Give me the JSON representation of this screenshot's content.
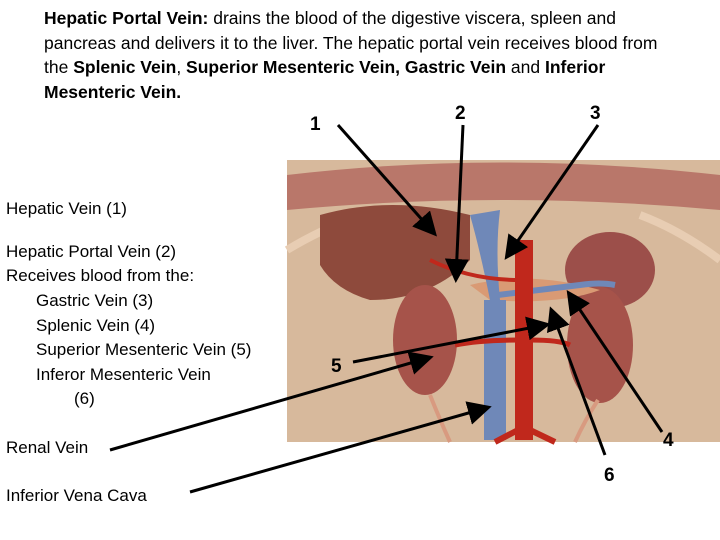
{
  "intro": {
    "heading": "Hepatic Portal Vein:",
    "text1": "  drains the blood of the digestive viscera, spleen and pancreas and delivers it to the liver.  The hepatic portal vein receives blood from the ",
    "splenic": "Splenic Vein",
    "comma1": ", ",
    "smv": "Superior Mesenteric Vein, Gastric Vein",
    "and": " and ",
    "imv": "Inferior Mesenteric Vein."
  },
  "labels": {
    "hepatic_vein": "Hepatic Vein (1)",
    "hpv": "Hepatic Portal Vein (2)",
    "receives": "Receives blood from the:",
    "gastric": "Gastric Vein (3)",
    "splenic": "Splenic Vein (4)",
    "smv": "Superior Mesenteric Vein (5)",
    "imv1": "Inferor Mesenteric Vein",
    "imv2": "(6)",
    "renal": "Renal Vein",
    "ivc": "Inferior Vena Cava"
  },
  "numbers": {
    "n1": "1",
    "n2": "2",
    "n3": "3",
    "n4": "4",
    "n5": "5",
    "n6": "6"
  },
  "colors": {
    "vein_blue": "#6f88b8",
    "artery_red": "#c0281c",
    "tissue": "#c98f6a",
    "liver": "#8e4a3c",
    "kidney": "#a6534a"
  }
}
